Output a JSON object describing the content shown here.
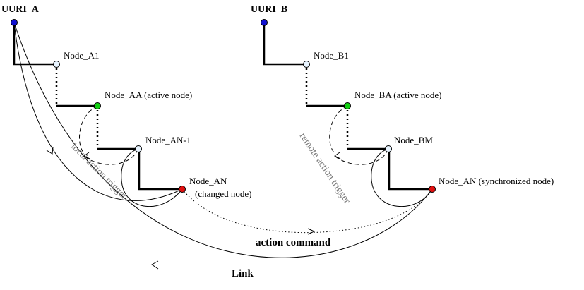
{
  "roots": {
    "a": {
      "label": "UURI_A",
      "color": "#1010d0"
    },
    "b": {
      "label": "UURI_B",
      "color": "#1010d0"
    }
  },
  "nodes": {
    "a1": {
      "label": "Node_A1",
      "color": "#e8f4ff"
    },
    "aa": {
      "label": "Node_AA (active node)",
      "color": "#10d010"
    },
    "an1": {
      "label": "Node_AN-1",
      "color": "#e8f4ff"
    },
    "an": {
      "label": "Node_AN",
      "sublabel": "(changed node)",
      "color": "#e01010"
    },
    "b1": {
      "label": "Node_B1",
      "color": "#e8f4ff"
    },
    "ba": {
      "label": "Node_BA (active node)",
      "color": "#10d010"
    },
    "bm": {
      "label": "Node_BM",
      "color": "#e8f4ff"
    },
    "bn": {
      "label": "Node_AN (synchronized node)",
      "color": "#e01010"
    }
  },
  "arrows": {
    "local_trigger": "local action trigger",
    "remote_trigger": "remote action trigger",
    "action_command": "action command",
    "link": "Link"
  }
}
